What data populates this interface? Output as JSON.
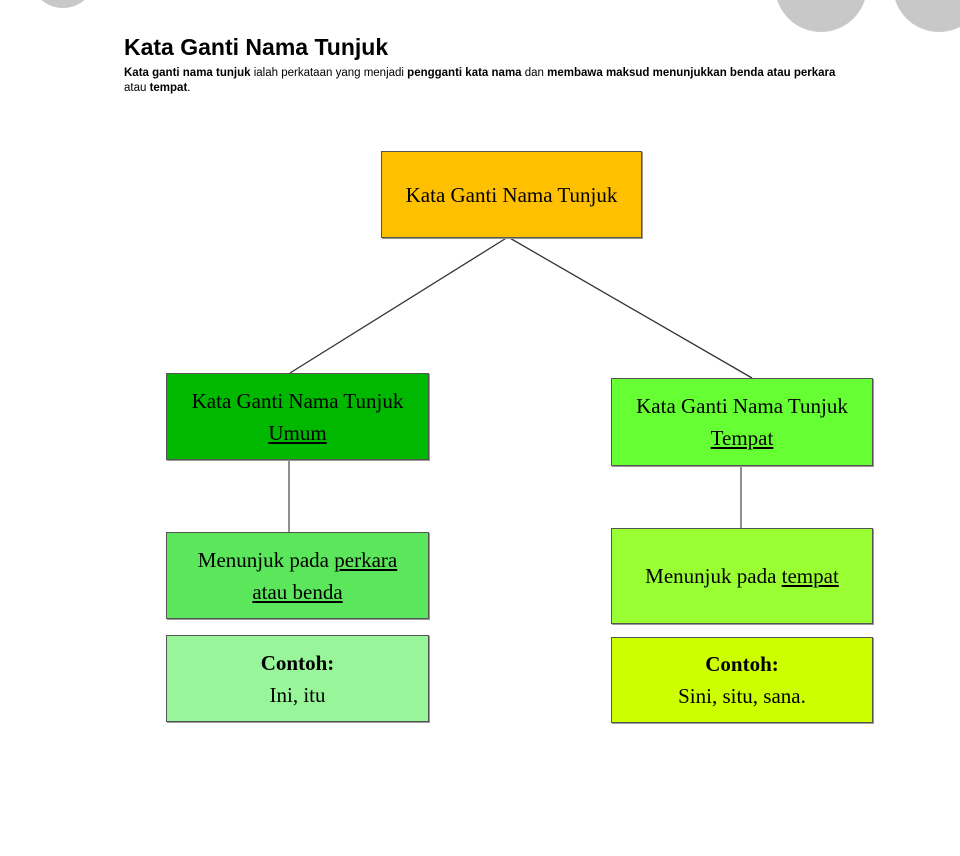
{
  "header": {
    "title": "Kata Ganti Nama Tunjuk",
    "intro": {
      "p1": "Kata ganti nama tunjuk",
      "p2": " ialah perkataan yang menjadi ",
      "p3": "pengganti kata nama",
      "p4": " dan ",
      "p5": "membawa maksud menunjukkan benda atau perkara",
      "p6": " atau ",
      "p7": "tempat",
      "p8": "."
    }
  },
  "diagram": {
    "root": {
      "label": "Kata Ganti Nama Tunjuk",
      "color": "#ffc000"
    },
    "left": {
      "category": {
        "line1": "Kata Ganti Nama Tunjuk",
        "line2": "Umum",
        "color": "#00b800"
      },
      "description": {
        "pre": "Menunjuk pada ",
        "term1": "perkara",
        "term2": "atau benda",
        "color": "#5ce65c"
      },
      "example": {
        "heading": "Contoh:",
        "text": "Ini, itu",
        "color": "#99f599"
      }
    },
    "right": {
      "category": {
        "line1": "Kata Ganti Nama Tunjuk",
        "line2": "Tempat",
        "color": "#66ff33"
      },
      "description": {
        "pre": "Menunjuk pada ",
        "term": "tempat",
        "color": "#99ff33"
      },
      "example": {
        "heading": "Contoh:",
        "text": "Sini, situ, sana.",
        "color": "#ccff00"
      }
    }
  }
}
